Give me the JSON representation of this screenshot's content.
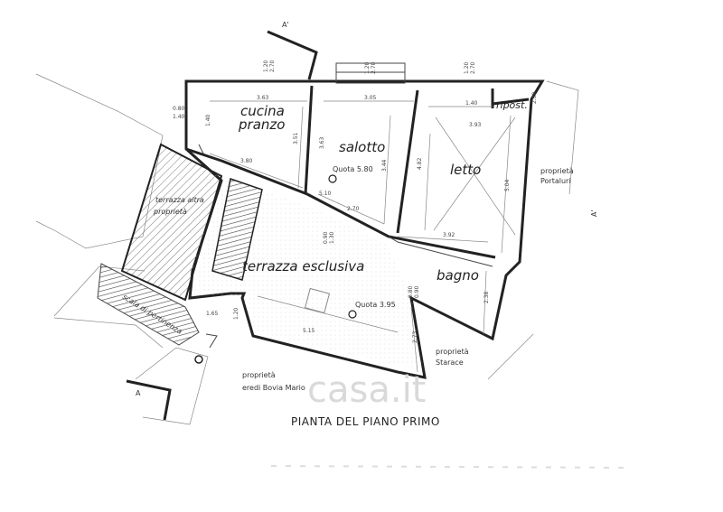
{
  "plan": {
    "title": "PIANTA DEL PIANO PRIMO",
    "watermark": "casa.it",
    "rooms": {
      "cucina": "cucina",
      "pranzo": "pranzo",
      "salotto": "salotto",
      "letto": "letto",
      "ripostiglio": "ripost.",
      "bagno": "bagno",
      "terrazza": "terrazza esclusiva",
      "terrazza_altra_1": "terrazza altra",
      "terrazza_altra_2": "proprietà",
      "scala": "scala di pertinenza"
    },
    "neighbors": {
      "portaluri_1": "proprietà",
      "portaluri_2": "Portaluri",
      "starace_1": "proprietà",
      "starace_2": "Starace",
      "bovia_1": "proprietà",
      "bovia_2": "eredi Bovia Mario"
    },
    "levels": {
      "salotto": "Quota 5.80",
      "terrazza": "Quota 3.95"
    },
    "dimensions": {
      "cucina_w": "3.63",
      "salotto_w": "3.05",
      "letto_w": "3.93",
      "ripost_w": "1.40",
      "cucina_h": "3.51",
      "salotto_h": "3.44",
      "letto_h": "4.82",
      "letto_h2": "5.04",
      "letto_bottom": "3.92",
      "terrazza_w": "5.15",
      "terrazza_h": "2.73",
      "bagno_h": "2.38",
      "top_a": "1.20",
      "top_b": "2.70",
      "win_a": "1.20",
      "win_b": "2.70",
      "left_a": "0.80",
      "left_b": "1.40",
      "mid_a": "0.90",
      "mid_b": "1.30",
      "door_a": "0.80",
      "door_b": "0.90",
      "cucina_bottom": "3.80",
      "salotto_bottom": "2.70",
      "small_a": "5.10",
      "small_b": "1.65",
      "small_c": "1.20",
      "ripost_h": "2.90"
    },
    "markers": {
      "section_top": "A'",
      "section_bottom": "A",
      "right_mark": "A'"
    }
  }
}
